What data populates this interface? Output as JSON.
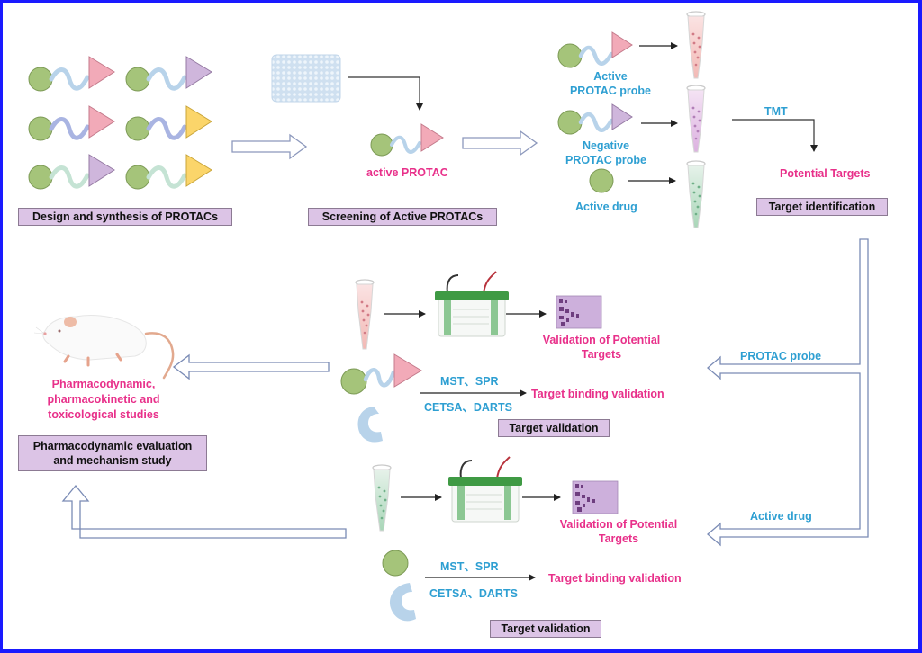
{
  "colors": {
    "border": "#1a1aff",
    "pink_text": "#e8308a",
    "blue_text": "#2e9fd2",
    "box_fill": "#dcc4e6",
    "circle": "#a5c47a",
    "linker_light_blue": "#b8d3ea",
    "linker_violet": "#a9b4e2",
    "linker_mint": "#c5e3d4",
    "tri_pink": "#f2aab8",
    "tri_purple": "#cfb6dc",
    "tri_yellow": "#fbd56a",
    "arrow_outline": "#7a8bb5"
  },
  "stage1": {
    "label": "Design and synthesis of PROTACs",
    "molecules": [
      {
        "linker": "light-blue",
        "warhead": "pink"
      },
      {
        "linker": "light-blue",
        "warhead": "purple"
      },
      {
        "linker": "violet",
        "warhead": "pink"
      },
      {
        "linker": "violet",
        "warhead": "yellow"
      },
      {
        "linker": "mint",
        "warhead": "purple"
      },
      {
        "linker": "mint",
        "warhead": "yellow"
      }
    ]
  },
  "stage2": {
    "label": "Screening of Active PROTACs",
    "molecule_caption": "active PROTAC",
    "plate_icon": "well-plate-icon"
  },
  "stage3": {
    "label": "Target identification",
    "probes": [
      {
        "caption_line1": "Active",
        "caption_line2": "PROTAC probe",
        "tube": "pink"
      },
      {
        "caption_line1": "Negative",
        "caption_line2": "PROTAC probe",
        "tube": "purple"
      },
      {
        "caption_line1": "Active drug",
        "caption_line2": "",
        "tube": "green"
      }
    ],
    "method": "TMT",
    "result": "Potential Targets"
  },
  "branch_labels": {
    "protac": "PROTAC probe",
    "drug": "Active drug"
  },
  "validation_protac": {
    "result1_line1": "Validation of Potential",
    "result1_line2": "Targets",
    "methods_top": "MST、SPR",
    "methods_bottom": "CETSA、DARTS",
    "result2": "Target binding validation",
    "box": "Target validation"
  },
  "validation_drug": {
    "result1_line1": "Validation of Potential",
    "result1_line2": "Targets",
    "methods_top": "MST、SPR",
    "methods_bottom": "CETSA、DARTS",
    "result2": "Target binding validation",
    "box": "Target validation"
  },
  "final": {
    "studies_line1": "Pharmacodynamic,",
    "studies_line2": "pharmacokinetic and",
    "studies_line3": "toxicological studies",
    "box_line1": "Pharmacodynamic evaluation",
    "box_line2": "and mechanism study"
  }
}
